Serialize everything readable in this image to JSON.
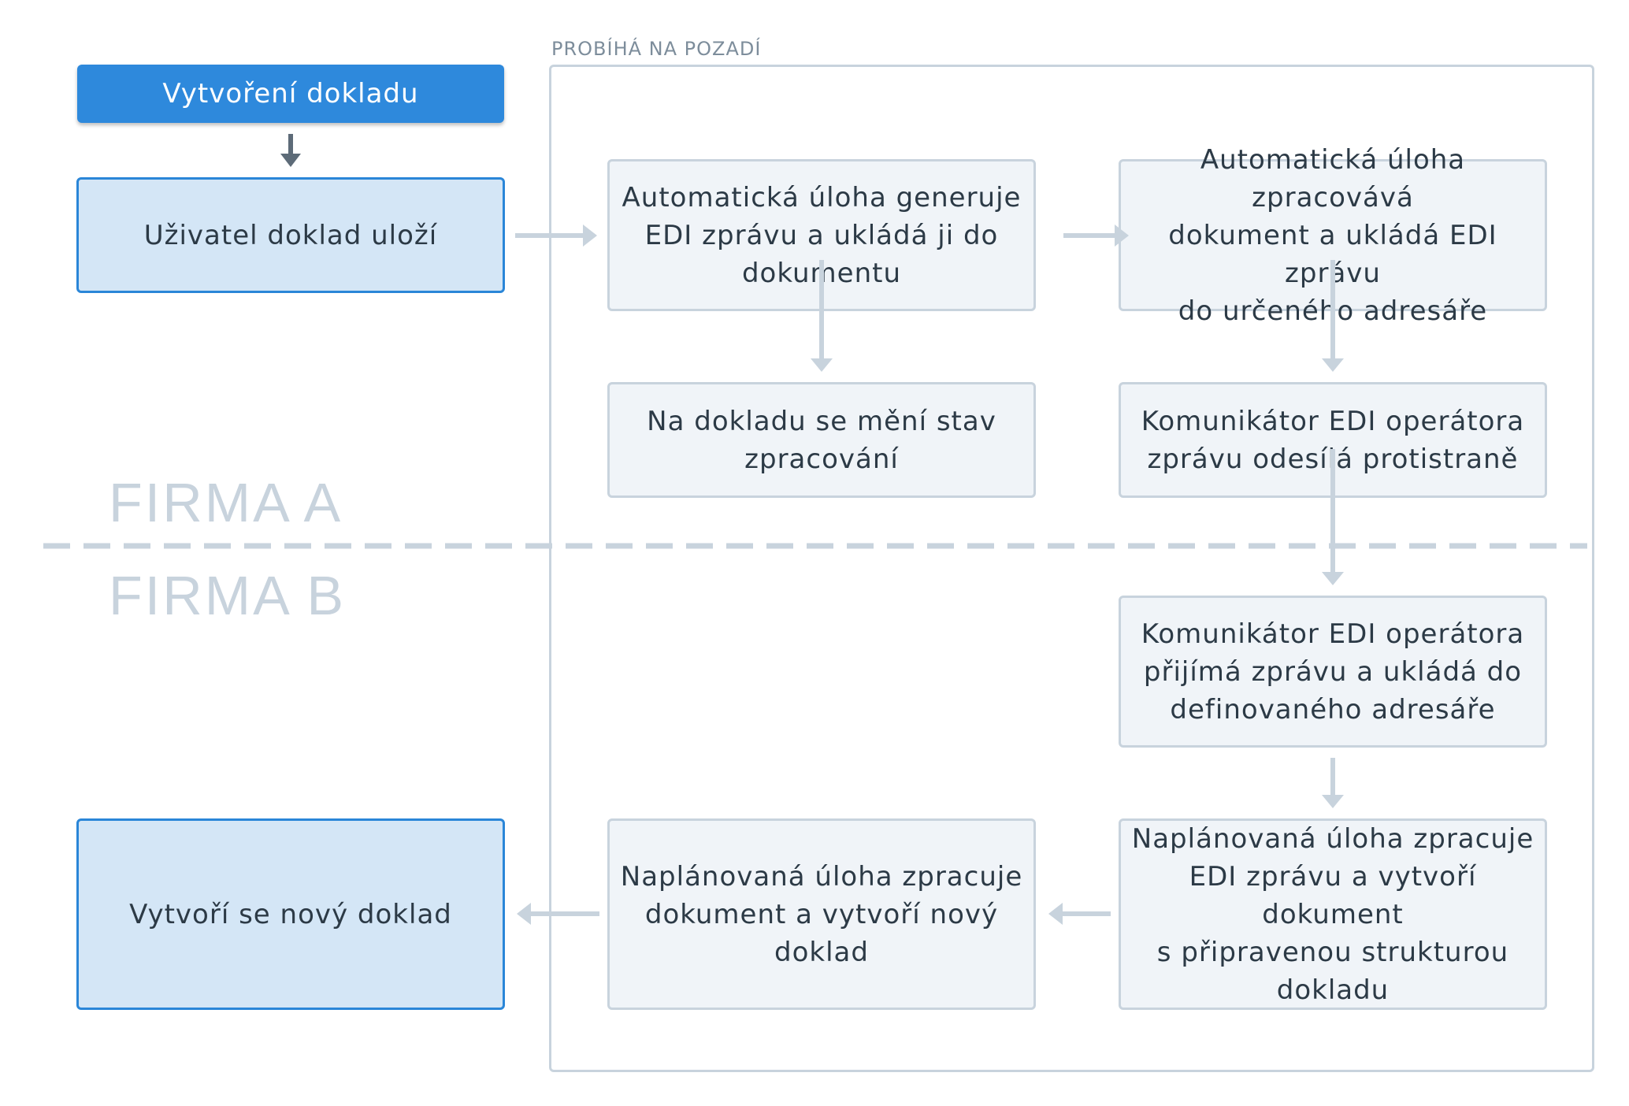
{
  "background_section": {
    "label": "PROBÍHÁ NA POZADÍ"
  },
  "firms": {
    "a": "FIRMA A",
    "b": "FIRMA B"
  },
  "steps": {
    "header": "Vytvoření dokladu",
    "user_saves": "Uživatel doklad uloží",
    "auto_generate": "Automatická úloha generuje\nEDI zprávu a ukládá ji do\ndokumentu",
    "auto_process": "Automatická úloha zpracovává\ndokument a ukládá EDI zprávu\ndo určeného adresáře",
    "status_change": "Na dokladu se mění stav\nzpracování",
    "communicator_send": "Komunikátor EDI operátora\nzprávu odesílá protistraně",
    "communicator_receive": "Komunikátor EDI operátora\npřijímá zprávu a ukládá do\ndefinovaného adresáře",
    "scheduled_edi": "Naplánovaná úloha zpracuje\nEDI zprávu a vytvoří dokument\ns připravenou strukturou\ndokladu",
    "scheduled_doc": "Naplánovaná úloha zpracuje\ndokument a vytvoří nový doklad",
    "new_doc": "Vytvoří se nový doklad"
  },
  "colors": {
    "primary": "#2e89dc",
    "highlight_fill": "#d4e6f6",
    "step_fill": "#f0f4f8",
    "line_gray": "#c8d3dd",
    "dark_arrow": "#5d6b78"
  }
}
